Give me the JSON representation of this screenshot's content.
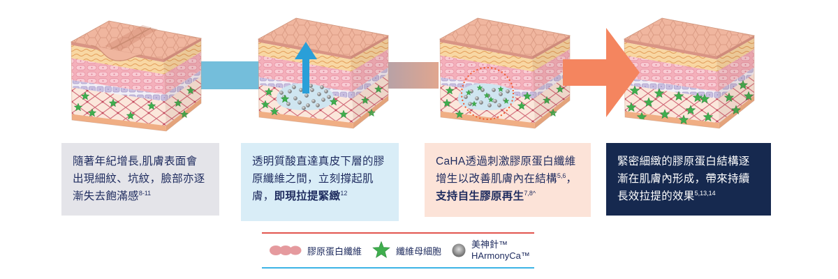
{
  "stages": [
    {
      "caption": [
        {
          "text": "隨著年紀增長,肌膚表面會出現細紋、坑紋，臉部亦逐漸失去飽滿感"
        },
        {
          "sup": "8-11"
        }
      ]
    },
    {
      "caption": [
        {
          "text": "透明質酸直達真皮下層的膠原纖維之間，立刻撐起肌膚，"
        },
        {
          "text": "即現拉提緊緻",
          "bold": true
        },
        {
          "sup": "12"
        }
      ]
    },
    {
      "caption": [
        {
          "text": "CaHA透過刺激膠原蛋白纖維增生以改善肌膚內在結構"
        },
        {
          "sup": "5,6"
        },
        {
          "text": "，"
        },
        {
          "text": "支持自生膠原再生",
          "bold": true
        },
        {
          "sup": "7,8^"
        }
      ]
    },
    {
      "caption": [
        {
          "text": "緊密細緻的膠原蛋白結構逐漸在肌膚內形成，帶來持續長效拉提的效果"
        },
        {
          "sup": "5,13,14"
        }
      ]
    }
  ],
  "legend": {
    "items": [
      {
        "label": "膠原蛋白纖維"
      },
      {
        "label": "纖維母細胞"
      },
      {
        "label": "美神針™",
        "label2": "HArmonyCa™"
      }
    ]
  },
  "colors": {
    "navy": "#1e2b5e",
    "box1_bg": "#e4e4e9",
    "box2_bg": "#d9edf7",
    "box3_bg": "#fce3d8",
    "box4_bg": "#16294f",
    "box4_text": "#ffffff",
    "band1": "#74bedb",
    "band2_from": "#b5a1a8",
    "band2_to": "#e0a68f",
    "arrow_orange": "#f4855f",
    "arrow_blue": "#2a9fd8",
    "legend_top_line": "#e2554e",
    "legend_bottom_line": "#3cb4e6",
    "collagen_pink": "#e59a9e",
    "star_green": "#3fae4e",
    "particle_gray": "#8c8c8c"
  }
}
